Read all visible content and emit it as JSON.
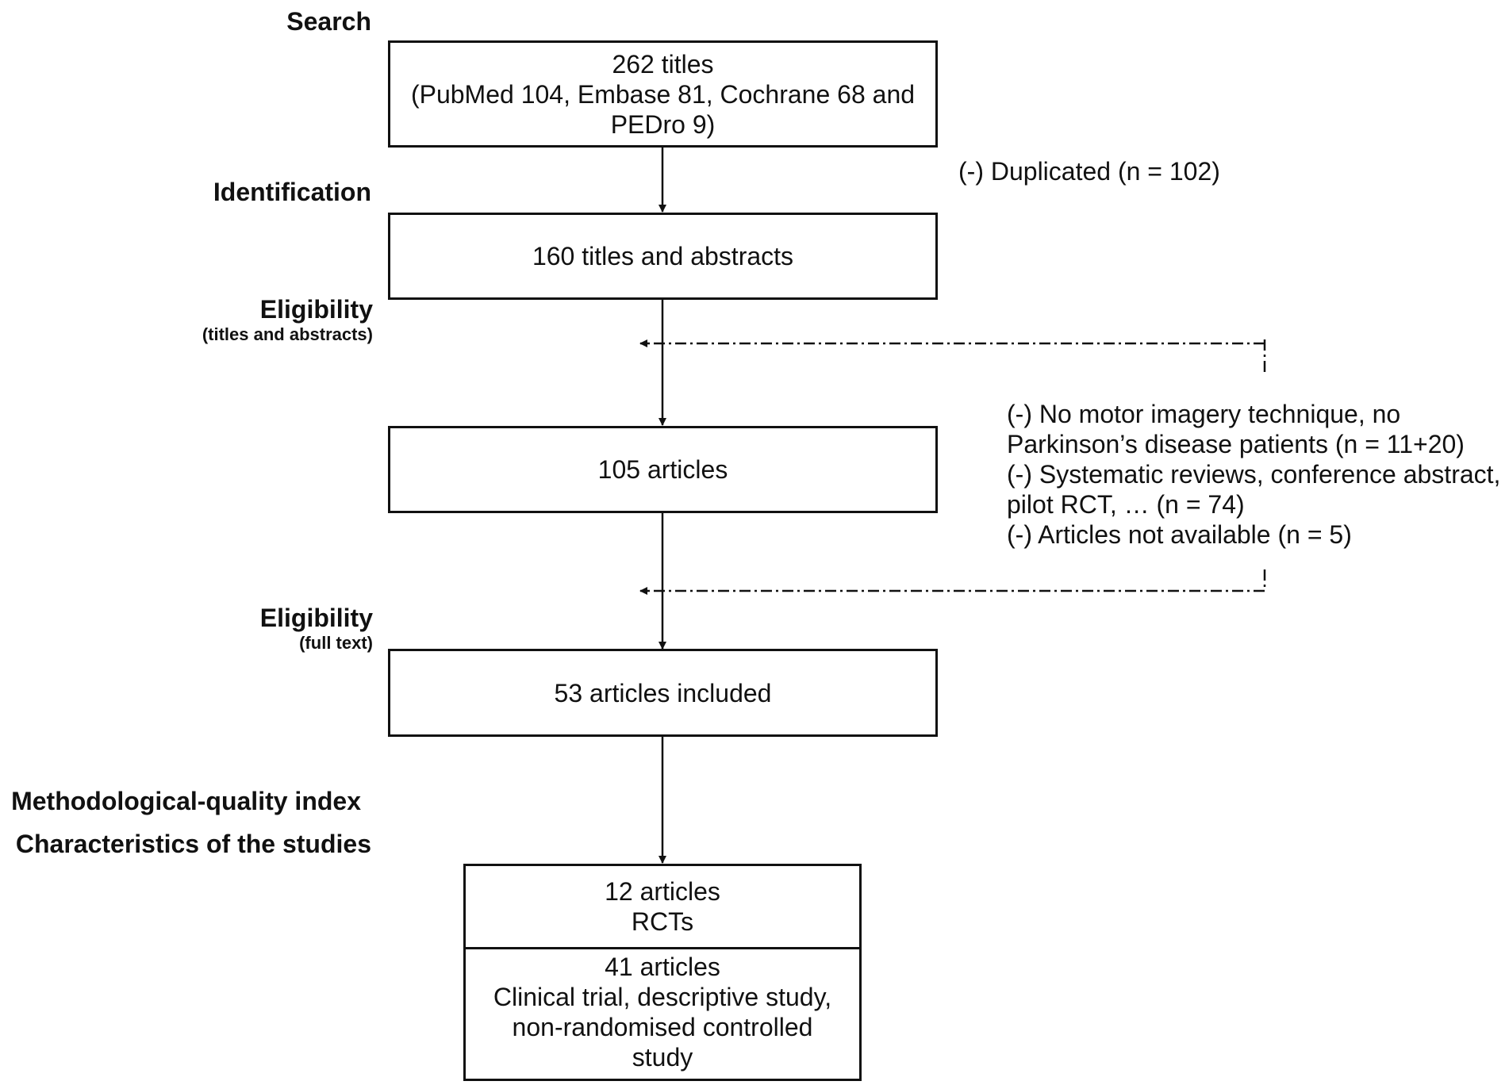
{
  "stages": {
    "search": "Search",
    "identification": "Identification",
    "eligibility_ta": "Eligibility",
    "eligibility_ta_sub": "(titles and abstracts)",
    "eligibility_ft": "Eligibility",
    "eligibility_ft_sub": "(full text)",
    "quality": "Methodological-quality index",
    "characteristics": "Characteristics of the studies"
  },
  "boxes": {
    "search": {
      "lines": [
        "262 titles",
        "(PubMed 104, Embase 81, Cochrane 68 and",
        "PEDro 9)"
      ]
    },
    "screening": "160 titles and abstracts",
    "articles": "105 articles",
    "included": "53 articles included",
    "rcts": {
      "lines": [
        "12 articles",
        "RCTs"
      ]
    },
    "other": {
      "lines": [
        "41 articles",
        "Clinical trial, descriptive study,",
        "non-randomised controlled",
        "study"
      ]
    }
  },
  "exclusions": {
    "duplicated": "(-) Duplicated (n = 102)",
    "lines": [
      "(-) No motor imagery technique, no",
      "Parkinson’s disease patients (n = 11+20)",
      "(-) Systematic reviews, conference abstract,",
      "pilot RCT, …  (n = 74)",
      "(-) Articles not available (n = 5)"
    ]
  }
}
